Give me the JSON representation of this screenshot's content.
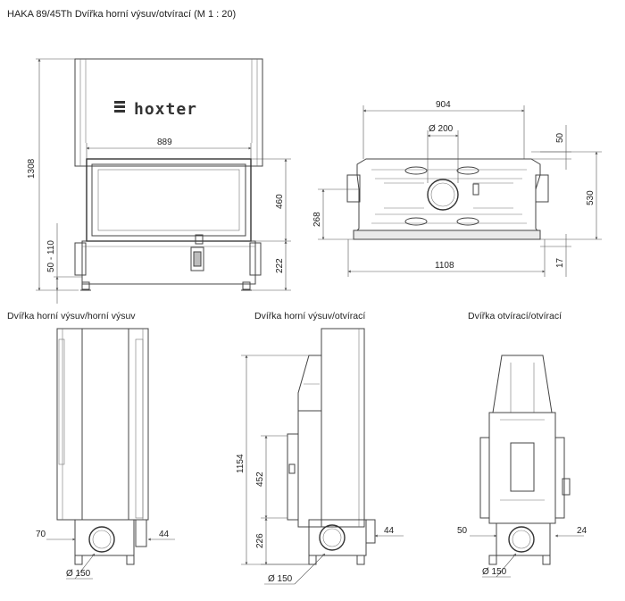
{
  "title": "HAKA 89/45Th Dvířka horní výsuv/otvírací (M 1 : 20)",
  "logo": "hoxter",
  "front": {
    "height_total": "1308",
    "width_glass": "889",
    "height_glass": "460",
    "height_base": "222",
    "height_feet": "50 - 110"
  },
  "top": {
    "width_top": "904",
    "diameter_top": "Ø 200",
    "height_top": "50",
    "depth_total": "530",
    "depth_inner": "268",
    "width_bottom": "1108",
    "offset_bottom": "17"
  },
  "views": {
    "view1_title": "Dvířka horní výsuv/horní výsuv",
    "view2_title": "Dvířka horní výsuv/otvírací",
    "view3_title": "Dvířka otvírací/otvírací"
  },
  "side1": {
    "left": "70",
    "right": "44",
    "flue": "Ø 150"
  },
  "side2": {
    "height_total": "1154",
    "height_door": "452",
    "height_base": "226",
    "right": "44",
    "flue": "Ø 150"
  },
  "side3": {
    "left": "50",
    "right": "24",
    "flue": "Ø 150"
  }
}
